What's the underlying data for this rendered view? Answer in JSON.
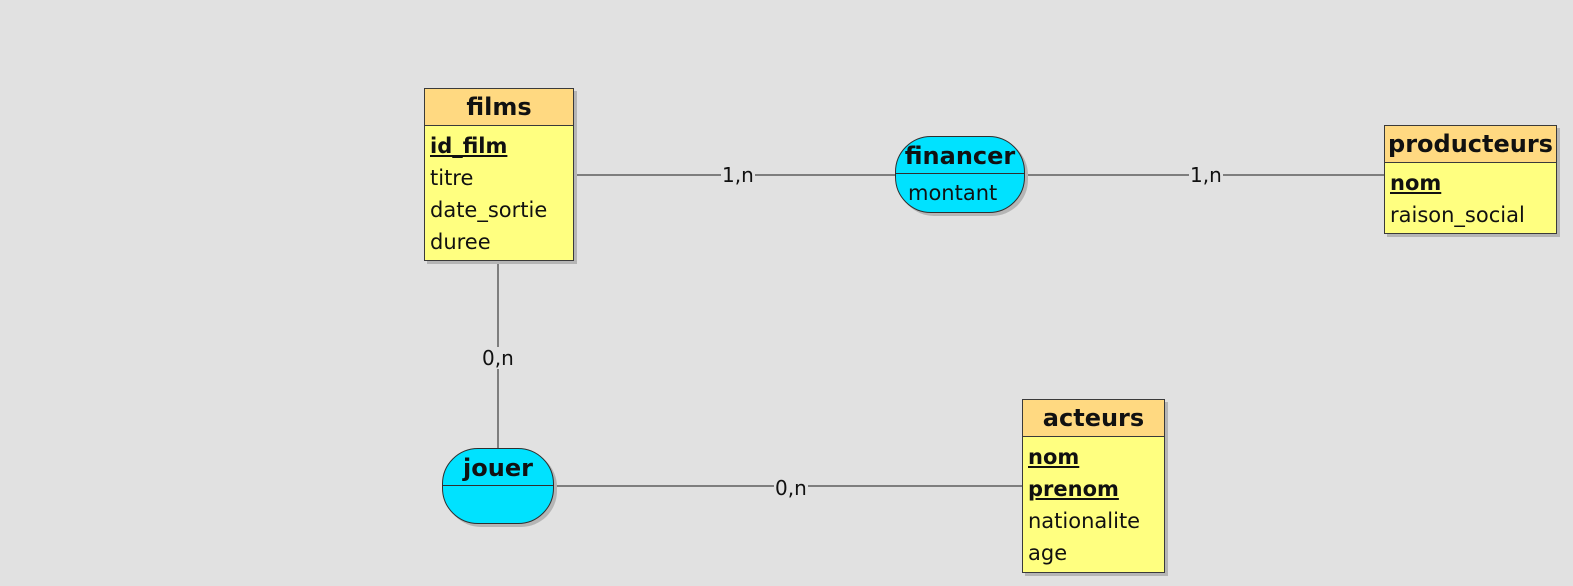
{
  "entities": {
    "films": {
      "name": "films",
      "attributes": [
        {
          "label": "id_film",
          "key": true
        },
        {
          "label": "titre",
          "key": false
        },
        {
          "label": "date_sortie",
          "key": false
        },
        {
          "label": "duree",
          "key": false
        }
      ]
    },
    "producteurs": {
      "name": "producteurs",
      "attributes": [
        {
          "label": "nom",
          "key": true
        },
        {
          "label": "raison_social",
          "key": false
        }
      ]
    },
    "acteurs": {
      "name": "acteurs",
      "attributes": [
        {
          "label": "nom",
          "key": true
        },
        {
          "label": "prenom",
          "key": true
        },
        {
          "label": "nationalite",
          "key": false
        },
        {
          "label": "age",
          "key": false
        }
      ]
    }
  },
  "associations": {
    "financer": {
      "name": "financer",
      "attribute": "montant"
    },
    "jouer": {
      "name": "jouer",
      "attribute": ""
    }
  },
  "cardinalities": {
    "films_financer": "1,n",
    "financer_producteurs": "1,n",
    "films_jouer": "0,n",
    "jouer_acteurs": "0,n"
  },
  "colors": {
    "entity_header": "#ffd981",
    "entity_body": "#ffff80",
    "association": "#00e2ff",
    "background": "#e1e1e1"
  }
}
